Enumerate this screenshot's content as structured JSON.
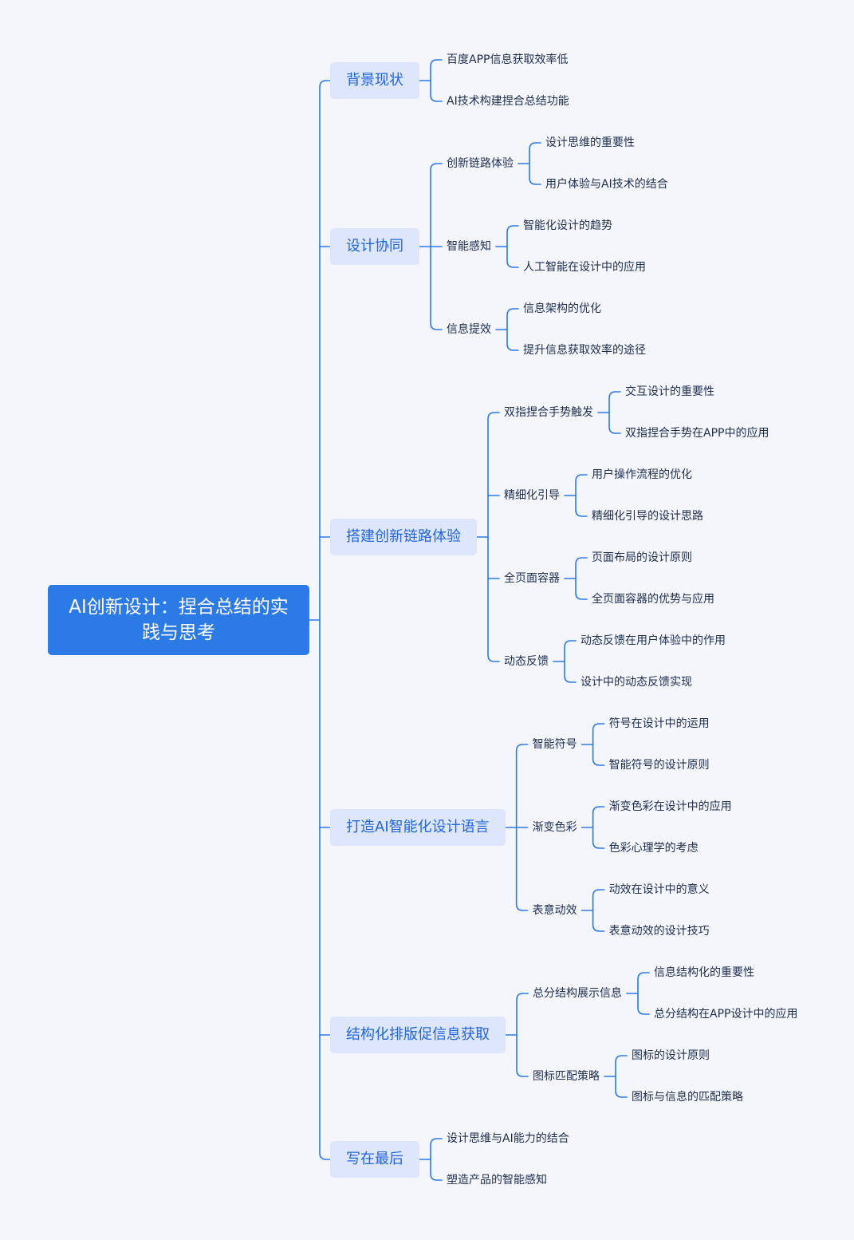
{
  "mindmap": {
    "root": "AI创新设计：捏合总结的实践与思考",
    "branches": [
      {
        "label": "背景现状",
        "children": [
          {
            "label": "百度APP信息获取效率低",
            "children": []
          },
          {
            "label": "AI技术构建捏合总结功能",
            "children": []
          }
        ]
      },
      {
        "label": "设计协同",
        "children": [
          {
            "label": "创新链路体验",
            "children": [
              "设计思维的重要性",
              "用户体验与AI技术的结合"
            ]
          },
          {
            "label": "智能感知",
            "children": [
              "智能化设计的趋势",
              "人工智能在设计中的应用"
            ]
          },
          {
            "label": "信息提效",
            "children": [
              "信息架构的优化",
              "提升信息获取效率的途径"
            ]
          }
        ]
      },
      {
        "label": "搭建创新链路体验",
        "children": [
          {
            "label": "双指捏合手势触发",
            "children": [
              "交互设计的重要性",
              "双指捏合手势在APP中的应用"
            ]
          },
          {
            "label": "精细化引导",
            "children": [
              "用户操作流程的优化",
              "精细化引导的设计思路"
            ]
          },
          {
            "label": "全页面容器",
            "children": [
              "页面布局的设计原则",
              "全页面容器的优势与应用"
            ]
          },
          {
            "label": "动态反馈",
            "children": [
              "动态反馈在用户体验中的作用",
              "设计中的动态反馈实现"
            ]
          }
        ]
      },
      {
        "label": "打造AI智能化设计语言",
        "children": [
          {
            "label": "智能符号",
            "children": [
              "符号在设计中的运用",
              "智能符号的设计原则"
            ]
          },
          {
            "label": "渐变色彩",
            "children": [
              "渐变色彩在设计中的应用",
              "色彩心理学的考虑"
            ]
          },
          {
            "label": "表意动效",
            "children": [
              "动效在设计中的意义",
              "表意动效的设计技巧"
            ]
          }
        ]
      },
      {
        "label": "结构化排版促信息获取",
        "children": [
          {
            "label": "总分结构展示信息",
            "children": [
              "信息结构化的重要性",
              "总分结构在APP设计中的应用"
            ]
          },
          {
            "label": "图标匹配策略",
            "children": [
              "图标的设计原则",
              "图标与信息的匹配策略"
            ]
          }
        ]
      },
      {
        "label": "写在最后",
        "children": [
          {
            "label": "设计思维与AI能力的结合",
            "children": []
          },
          {
            "label": "塑造产品的智能感知",
            "children": []
          }
        ]
      }
    ]
  },
  "colors": {
    "background": "#f4f6fc",
    "root_fill": "#2b7ae6",
    "branch_fill": "#dde6fb",
    "branch_text": "#2166dd",
    "connector": "#2b7ae6",
    "leaf_text": "#1d2d50"
  }
}
